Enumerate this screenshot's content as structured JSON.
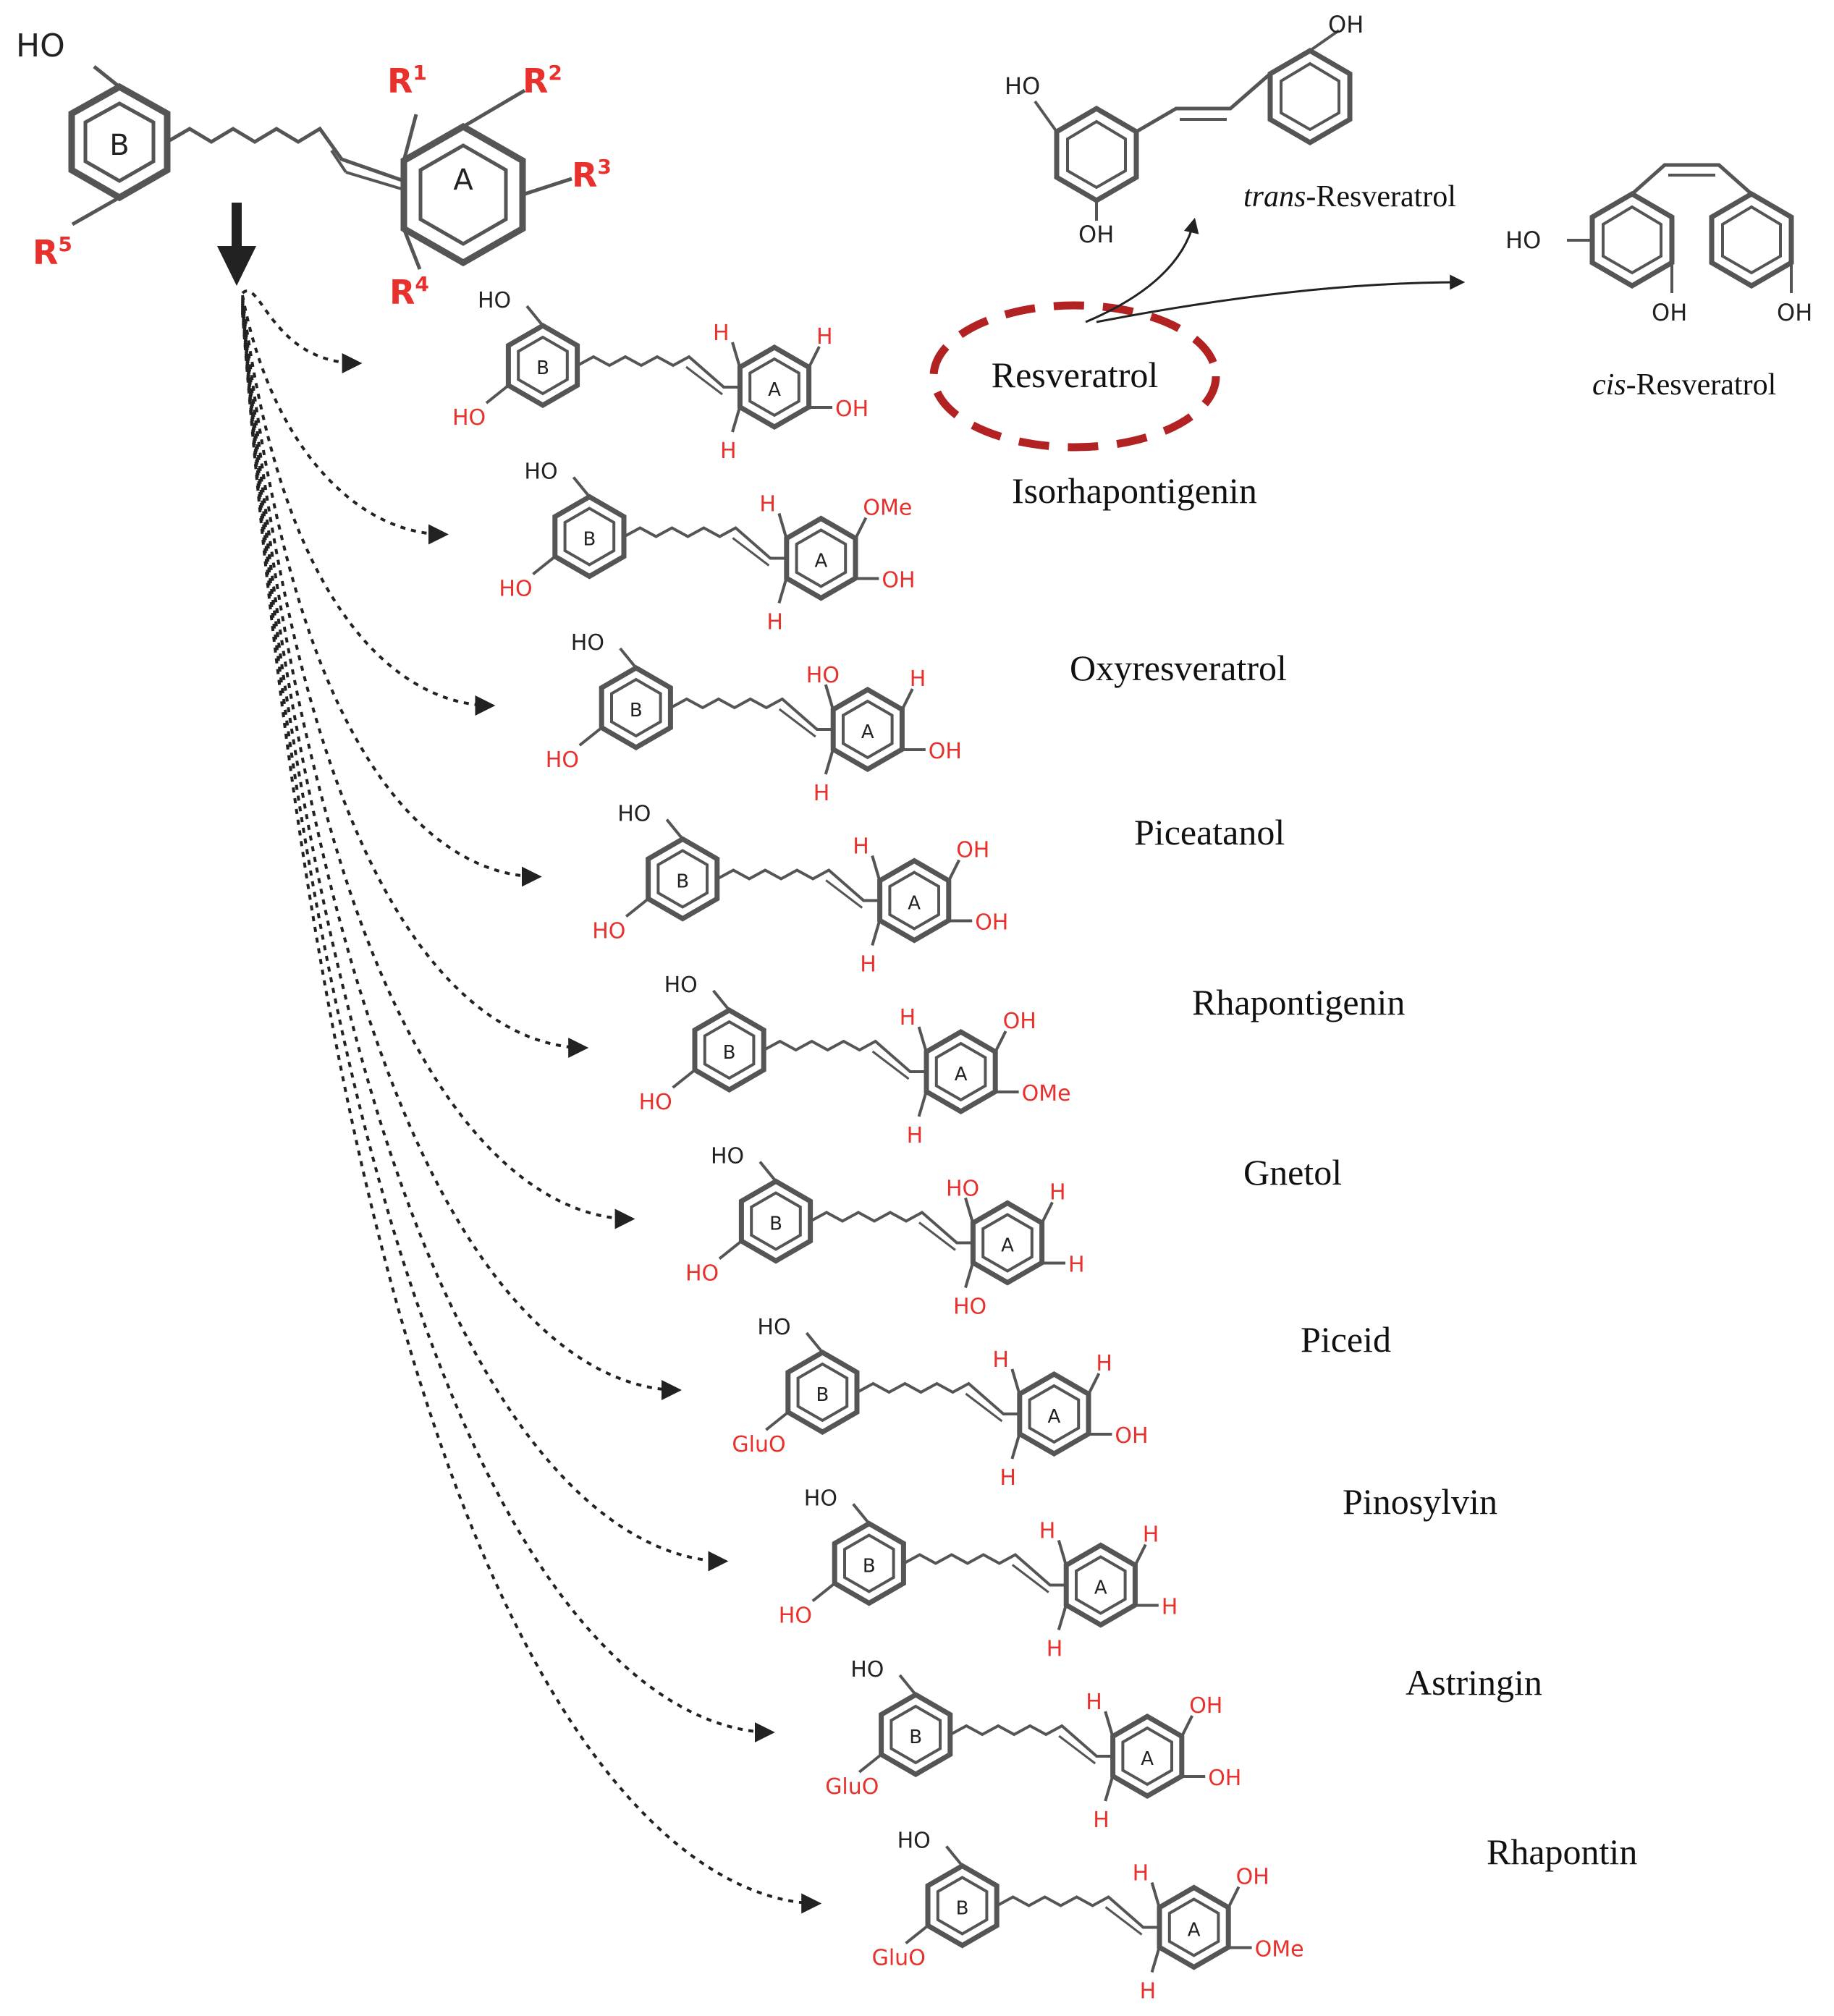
{
  "colors": {
    "substituent": "#e8302c",
    "bond": "#555555",
    "arrow": "#222222",
    "highlight": "#b22222"
  },
  "ring_labels": {
    "a": "A",
    "b": "B"
  },
  "general": {
    "ho": "HO",
    "r1": "R",
    "r1_sup": "1",
    "r2": "R",
    "r2_sup": "2",
    "r3": "R",
    "r3_sup": "3",
    "r4": "R",
    "r4_sup": "4",
    "r5": "R",
    "r5_sup": "5"
  },
  "isomers": {
    "highlight_label": "Resveratrol",
    "trans": {
      "prefix": "trans",
      "suffix": "-Resveratrol",
      "oh_top": "OH",
      "ho_left": "HO",
      "oh_bottom": "OH"
    },
    "cis": {
      "prefix": "cis",
      "suffix": "-Resveratrol",
      "ho_left": "HO",
      "oh_mid": "OH",
      "oh_right": "OH"
    }
  },
  "compounds": [
    {
      "name": "",
      "b_top": "HO",
      "b_bottom": "HO",
      "r1": "H",
      "r2": "H",
      "r3": "OH",
      "r4": "H"
    },
    {
      "name": "Isorhapontigenin",
      "b_top": "HO",
      "b_bottom": "HO",
      "r1": "H",
      "r2": "OMe",
      "r3": "OH",
      "r4": "H"
    },
    {
      "name": "Oxyresveratrol",
      "b_top": "HO",
      "b_bottom": "HO",
      "r1": "HO",
      "r2": "H",
      "r3": "OH",
      "r4": "H"
    },
    {
      "name": "Piceatanol",
      "b_top": "HO",
      "b_bottom": "HO",
      "r1": "H",
      "r2": "OH",
      "r3": "OH",
      "r4": "H"
    },
    {
      "name": "Rhapontigenin",
      "b_top": "HO",
      "b_bottom": "HO",
      "r1": "H",
      "r2": "OH",
      "r3": "OMe",
      "r4": "H"
    },
    {
      "name": "Gnetol",
      "b_top": "HO",
      "b_bottom": "HO",
      "r1": "HO",
      "r2": "H",
      "r3": "H",
      "r4": "HO"
    },
    {
      "name": "Piceid",
      "b_top": "HO",
      "b_bottom": "GluO",
      "r1": "H",
      "r2": "H",
      "r3": "OH",
      "r4": "H"
    },
    {
      "name": "Pinosylvin",
      "b_top": "HO",
      "b_bottom": "HO",
      "r1": "H",
      "r2": "H",
      "r3": "H",
      "r4": "H"
    },
    {
      "name": "Astringin",
      "b_top": "HO",
      "b_bottom": "GluO",
      "r1": "H",
      "r2": "OH",
      "r3": "OH",
      "r4": "H"
    },
    {
      "name": "Rhapontin",
      "b_top": "HO",
      "b_bottom": "GluO",
      "r1": "H",
      "r2": "OH",
      "r3": "OMe",
      "r4": "H"
    }
  ]
}
